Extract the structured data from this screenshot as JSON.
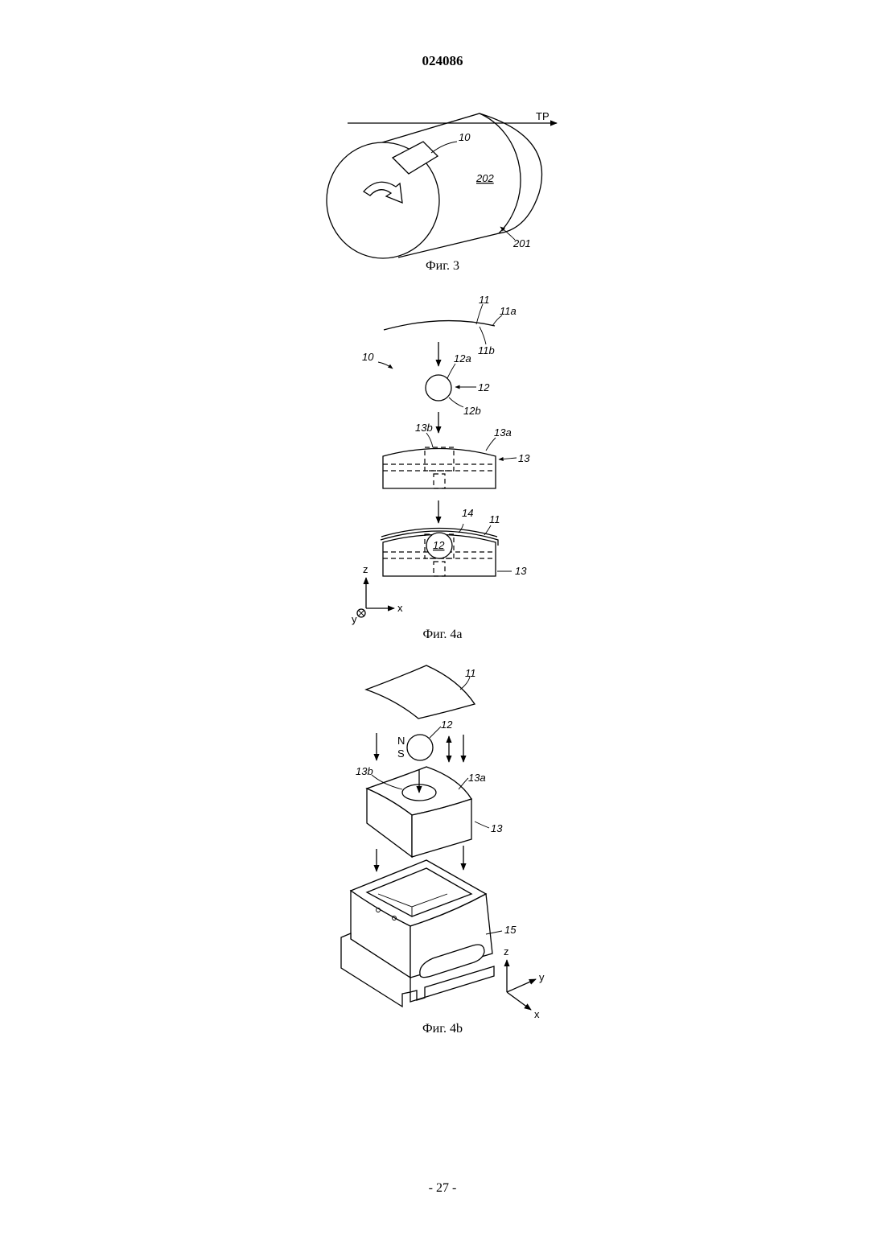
{
  "header": {
    "doc_number": "024086"
  },
  "figures": [
    {
      "id": "fig3",
      "caption": "Фиг. 3",
      "labels": {
        "arrow": "TP",
        "patch": "10",
        "surface": "202",
        "cylinder": "201"
      }
    },
    {
      "id": "fig4a",
      "caption": "Фиг. 4a",
      "labels": {
        "l11": "11",
        "l11a": "11a",
        "l11b": "11b",
        "l10": "10",
        "l12a": "12a",
        "l12": "12",
        "l12b": "12b",
        "l13b": "13b",
        "l13a": "13a",
        "l13": "13",
        "l14": "14",
        "l11_2": "11",
        "l12_2": "12",
        "l13_2": "13",
        "axis_z": "z",
        "axis_x": "x",
        "axis_y": "y"
      }
    },
    {
      "id": "fig4b",
      "caption": "Фиг. 4b",
      "labels": {
        "l11": "11",
        "l12": "12",
        "pole_n": "N",
        "pole_s": "S",
        "l13b": "13b",
        "l13a": "13a",
        "l13": "13",
        "l15": "15",
        "axis_z": "z",
        "axis_y": "y",
        "axis_x": "x"
      }
    }
  ],
  "footer": {
    "page_number": "- 27 -"
  }
}
